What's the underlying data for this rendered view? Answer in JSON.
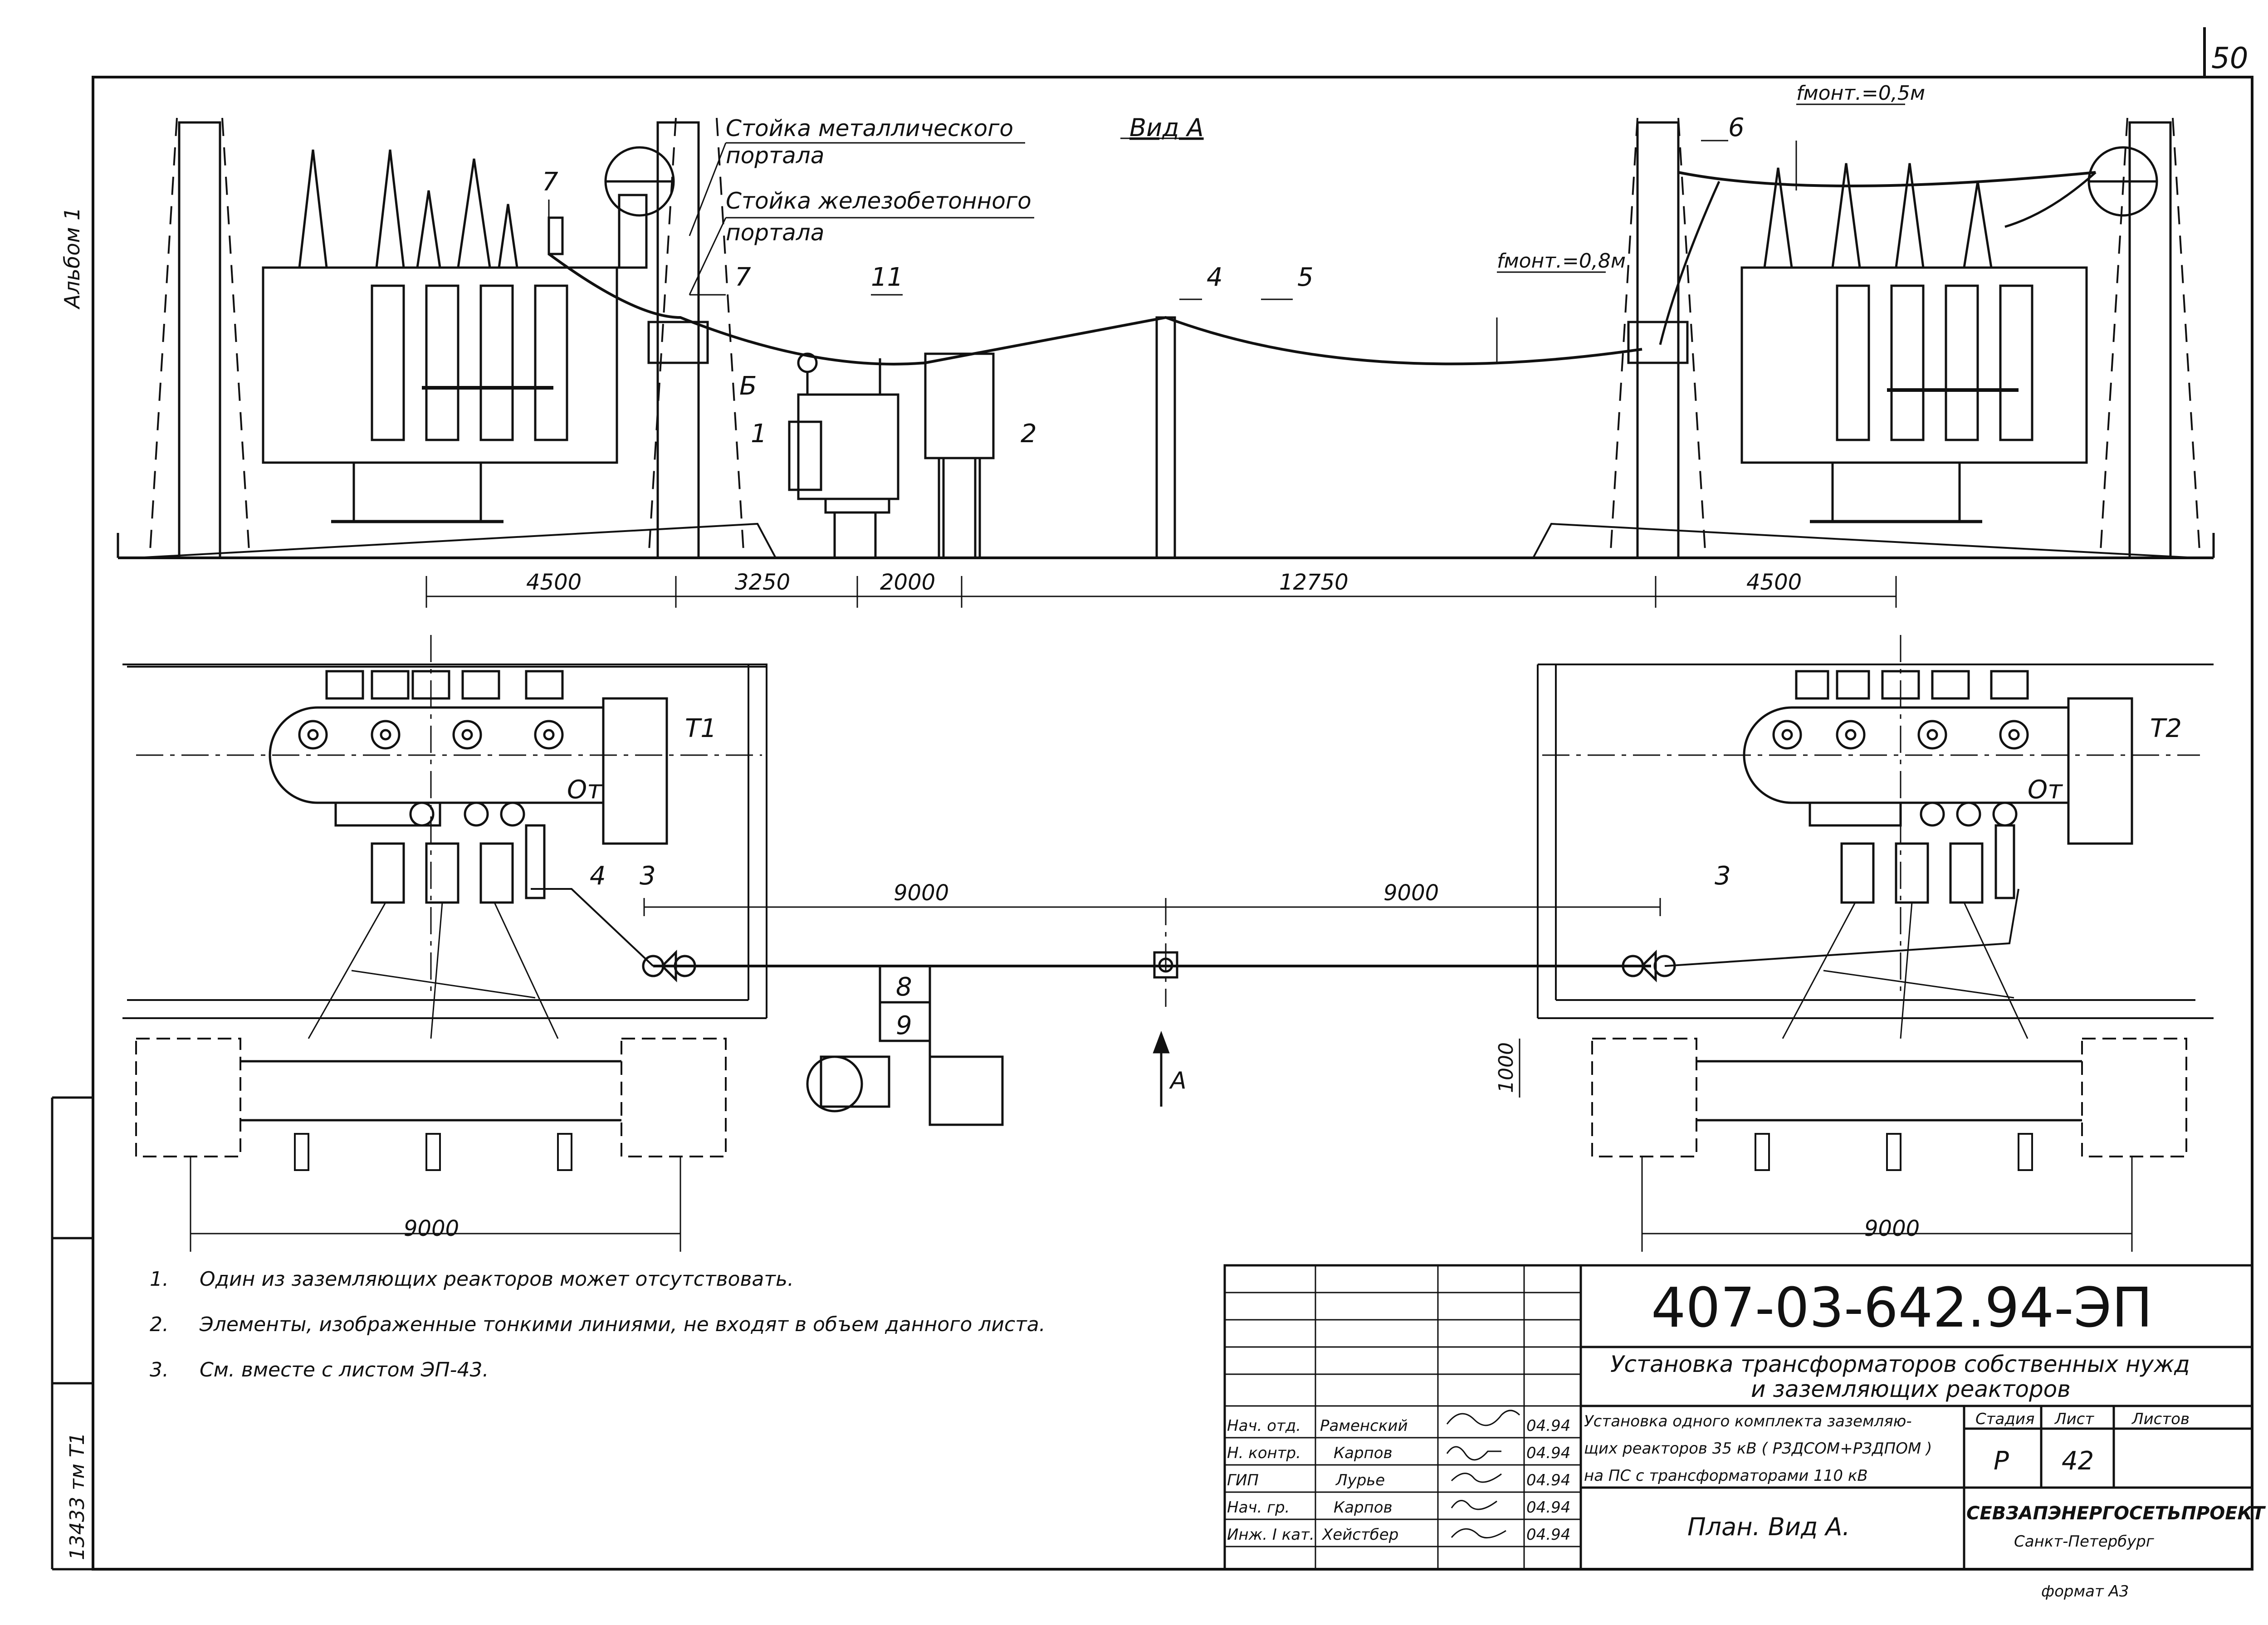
{
  "page_number": "50",
  "album_label": "Альбом 1",
  "inventory_number": "13433 тм Т1",
  "view": {
    "title": "Вид А",
    "label_metal_post_line1": "Стойка металлического",
    "label_metal_post_line2": "портала",
    "label_concrete_post_line1": "Стойка железобетонного",
    "label_concrete_post_line2": "портала",
    "sag_right_top": "fмонт.=0,5м",
    "sag_middle": "fмонт.=0,8м",
    "mark_7a": "7",
    "mark_7b": "7",
    "mark_11": "11",
    "mark_4": "4",
    "mark_5": "5",
    "mark_6": "6",
    "mark_1": "1",
    "mark_2": "2",
    "mark_b": "Б",
    "dims": [
      "4500",
      "3250",
      "2000",
      "12750",
      "4500"
    ]
  },
  "plan": {
    "t1": "Т1",
    "t2": "Т2",
    "ot1": "От",
    "ot2": "От",
    "mark_4": "4",
    "mark_3a": "3",
    "mark_3b": "3",
    "mark_8": "8",
    "mark_9": "9",
    "arrow_a": "А",
    "dim_9000_a": "9000",
    "dim_9000_b": "9000",
    "dim_9000_c": "9000",
    "dim_9000_d": "9000",
    "dim_1000": "1000"
  },
  "notes": [
    {
      "num": "1.",
      "text": "Один из заземляющих реакторов может отсутствовать."
    },
    {
      "num": "2.",
      "text": "Элементы, изображенные тонкими линиями, не входят в объем данного листа."
    },
    {
      "num": "3.",
      "text": "См. вместе с листом ЭП-43."
    }
  ],
  "title_block": {
    "code": "407-03-642.94-ЭП",
    "title_line1": "Установка трансформаторов собственных нужд",
    "title_line2": "и заземляющих реакторов",
    "desc_line1": "Установка одного комплекта заземляю-",
    "desc_line2": "щих реакторов 35 кВ ( РЗДСОМ+РЗДПОМ )",
    "desc_line3": "на ПС с трансформаторами 110 кВ",
    "sheet_name": "План. Вид А.",
    "stage_header": "Стадия",
    "sheet_header": "Лист",
    "sheets_header": "Листов",
    "stage": "Р",
    "sheet": "42",
    "org": "СЕВЗАПЭНЕРГОСЕТЬПРОЕКТ",
    "city": "Санкт-Петербург",
    "format": "формат А3",
    "signers": [
      {
        "role": "Нач. отд.",
        "name": "Раменский",
        "date": "04.94"
      },
      {
        "role": "Н. контр.",
        "name": "Карпов",
        "date": "04.94"
      },
      {
        "role": "ГИП",
        "name": "Лурье",
        "date": "04.94"
      },
      {
        "role": "Нач. гр.",
        "name": "Карпов",
        "date": "04.94"
      },
      {
        "role": "Инж. I кат.",
        "name": "Хейстбер",
        "date": "04.94"
      }
    ]
  }
}
